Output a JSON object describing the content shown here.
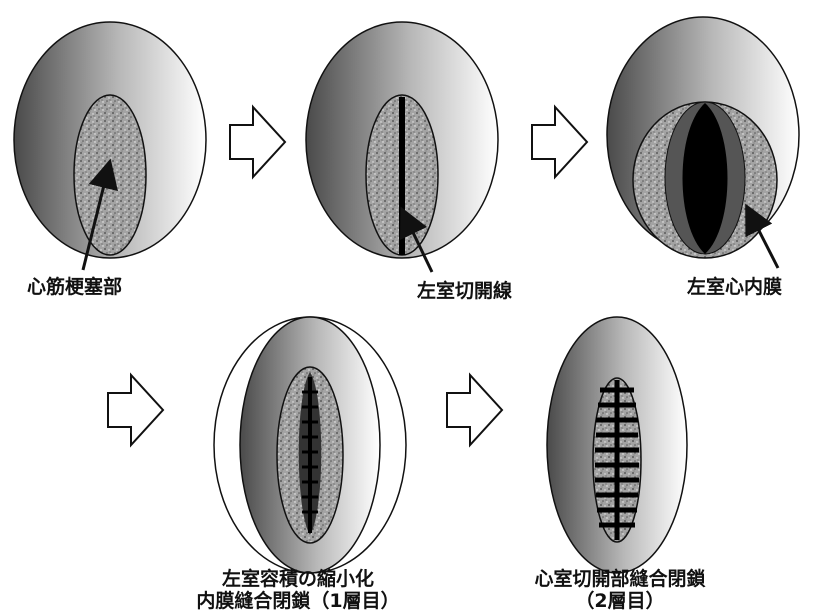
{
  "labels": {
    "infarct": "心筋梗塞部",
    "incision": "左室切開線",
    "endocardium": "左室心内膜",
    "step4_line1": "左室容積の縮小化",
    "step4_line2": "内膜縫合閉鎖（1層目）",
    "step5_line1": "心室切開部縫合閉鎖",
    "step5_line2": "（2層目）"
  },
  "colors": {
    "heart_dark": "#505050",
    "heart_light": "#ffffff",
    "infarct": "#9a9a9a",
    "suture": "#111111"
  }
}
